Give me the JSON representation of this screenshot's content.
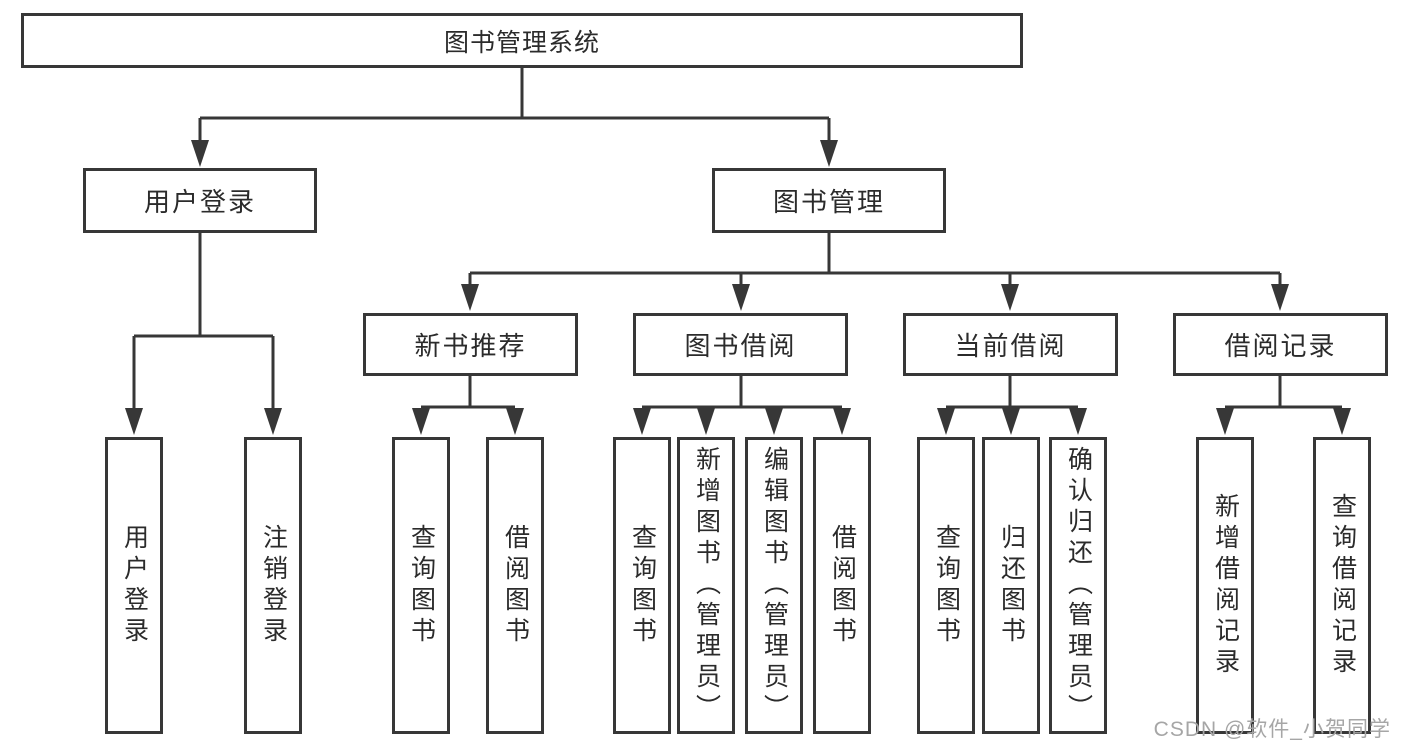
{
  "tree": {
    "root": {
      "label": "图书管理系统"
    },
    "branches": [
      {
        "label": "用户登录",
        "children": [
          {
            "label": "用户登录"
          },
          {
            "label": "注销登录"
          }
        ]
      },
      {
        "label": "图书管理",
        "children": [
          {
            "label": "新书推荐",
            "children": [
              {
                "label": "查询图书"
              },
              {
                "label": "借阅图书"
              }
            ]
          },
          {
            "label": "图书借阅",
            "children": [
              {
                "label": "查询图书"
              },
              {
                "label": "新增图书（管理员）"
              },
              {
                "label": "编辑图书（管理员）"
              },
              {
                "label": "借阅图书"
              }
            ]
          },
          {
            "label": "当前借阅",
            "children": [
              {
                "label": "查询图书"
              },
              {
                "label": "归还图书"
              },
              {
                "label": "确认归还（管理员）"
              }
            ]
          },
          {
            "label": "借阅记录",
            "children": [
              {
                "label": "新增借阅记录"
              },
              {
                "label": "查询借阅记录"
              }
            ]
          }
        ]
      }
    ]
  },
  "watermark": "CSDN @软件_小贺同学",
  "colors": {
    "line": "#373737",
    "text": "#2b2b2b",
    "background": "#ffffff",
    "watermark": "#a6a6a6"
  }
}
